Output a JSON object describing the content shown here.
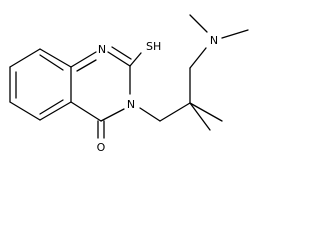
{
  "molecule": {
    "atoms": {
      "thiol": "SH",
      "ring_n_top": "N",
      "ring_n_mid": "N",
      "carbonyl_o": "O",
      "amine_n": "N"
    }
  },
  "colors": {
    "bond": "#000000",
    "label": "#000000",
    "background": "#ffffff"
  }
}
